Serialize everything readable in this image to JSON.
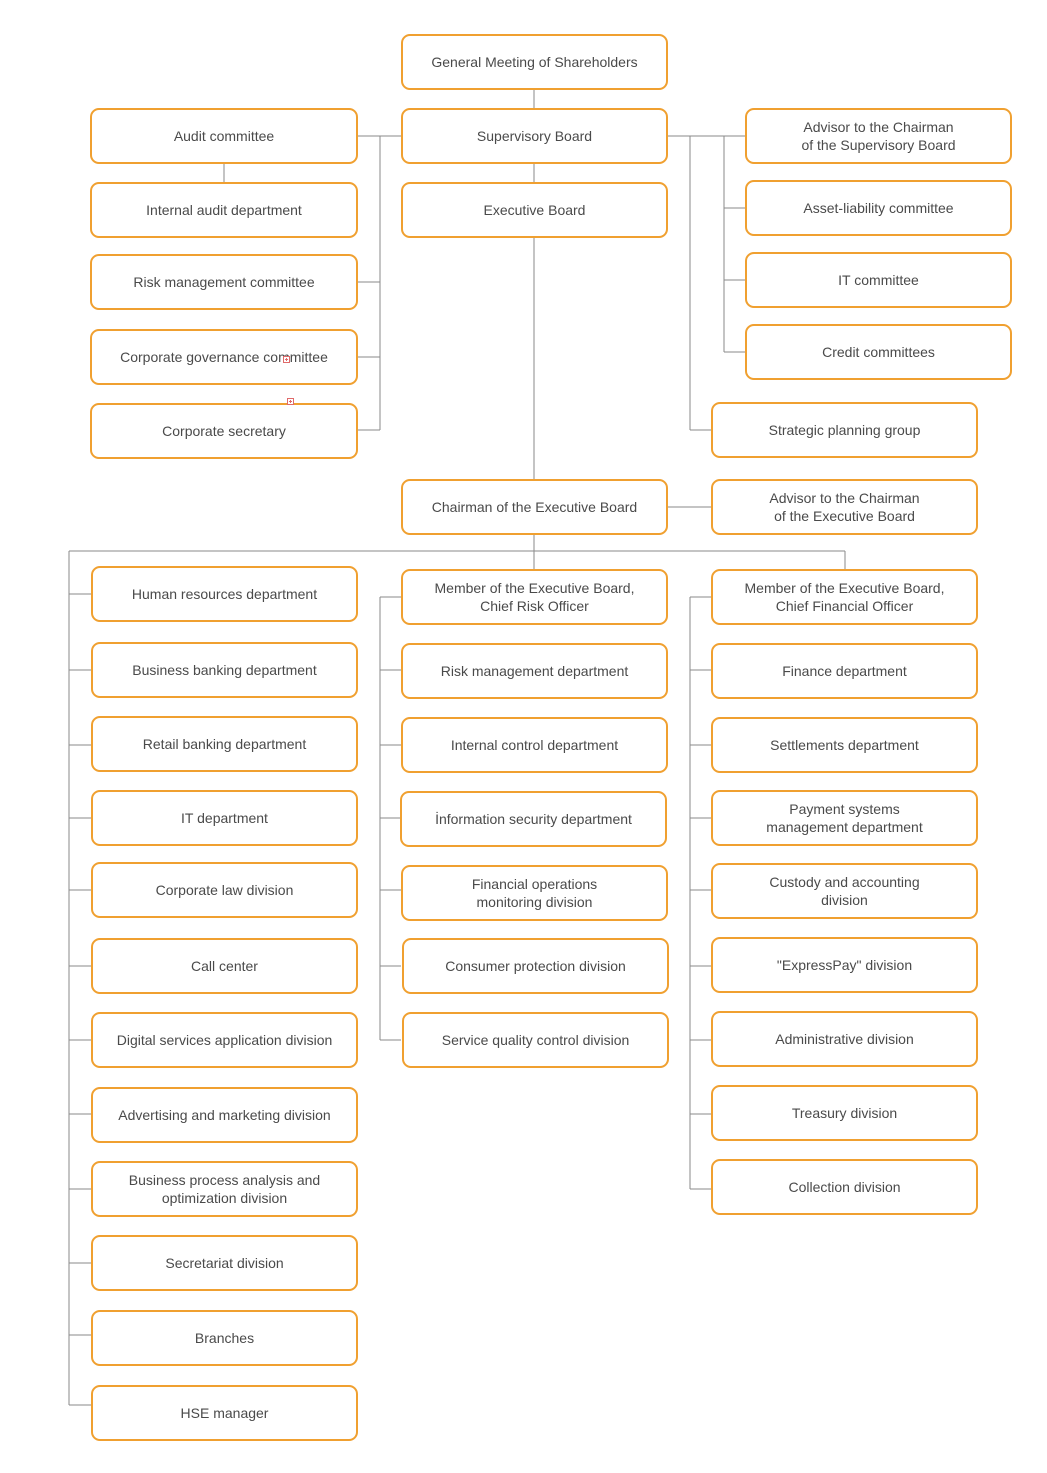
{
  "nodes": {
    "general_meeting": "General Meeting of Shareholders",
    "supervisory_board": "Supervisory Board",
    "executive_board": "Executive Board",
    "audit_committee": "Audit committee",
    "internal_audit_department": "Internal audit department",
    "risk_management_committee": "Risk management committee",
    "corporate_governance_committee": "Corporate governance committee",
    "corporate_secretary": "Corporate secretary",
    "advisor_supervisory": "Advisor to the Chairman\nof the Supervisory Board",
    "asset_liability_committee": "Asset-liability committee",
    "it_committee": "IT committee",
    "credit_committees": "Credit committees",
    "strategic_planning_group": "Strategic planning group",
    "chairman_executive": "Chairman of the Executive Board",
    "advisor_executive": "Advisor to the Chairman\nof the Executive Board",
    "human_resources": "Human resources department",
    "business_banking": "Business banking department",
    "retail_banking": "Retail banking department",
    "it_department": "IT department",
    "corporate_law": "Corporate law division",
    "call_center": "Call center",
    "digital_services": "Digital services application division",
    "advertising_marketing": "Advertising and marketing division",
    "business_process": "Business process analysis and\noptimization division",
    "secretariat": "Secretariat division",
    "branches": "Branches",
    "hse_manager": "HSE manager",
    "cro": "Member of the Executive Board,\nChief Risk Officer",
    "risk_management_department": "Risk management department",
    "internal_control": "Internal control department",
    "information_security": "İnformation security department",
    "financial_operations": "Financial operations\nmonitoring division",
    "consumer_protection": "Consumer protection division",
    "service_quality": "Service quality control division",
    "cfo": "Member of the Executive Board,\nChief Financial Officer",
    "finance_department": "Finance department",
    "settlements": "Settlements department",
    "payment_systems": "Payment systems\nmanagement department",
    "custody_accounting": "Custody and accounting\ndivision",
    "expresspay": "\"ExpressPay\" division",
    "administrative": "Administrative division",
    "treasury": "Treasury division",
    "collection": "Collection division"
  },
  "colors": {
    "box_border": "#f0a030",
    "line": "#8a8a8a",
    "text": "#4a4a4a"
  }
}
